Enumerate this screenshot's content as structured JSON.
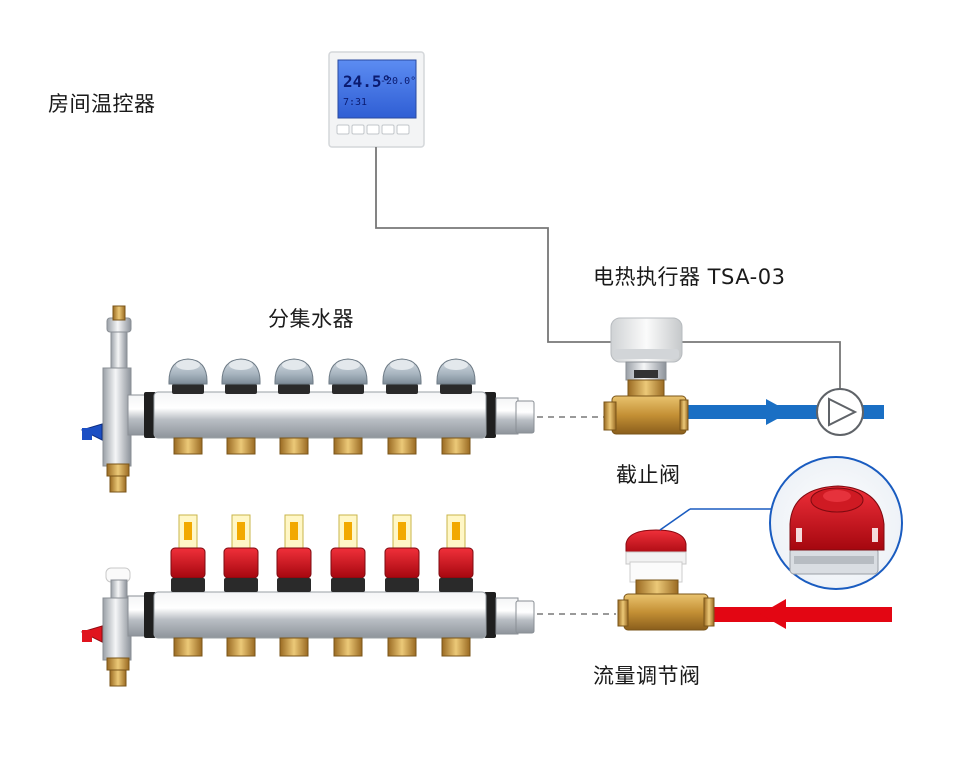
{
  "labels": {
    "thermostat": "房间温控器",
    "manifold": "分集水器",
    "actuator": "电热执行器 TSA-03",
    "stop_valve": "截止阀",
    "flow_valve": "流量调节阀"
  },
  "thermostat_display": {
    "temp_main": "24.5°",
    "temp_set": "-20.0°",
    "time": "7:31"
  },
  "colors": {
    "hot_flow": "#e30613",
    "cold_flow": "#1a6fc4",
    "brass": "#c9973a",
    "steel": "#c8ccd1",
    "actuator_cap": "#eceeee",
    "flow_meter_red": "#d8141e",
    "valve_knob": "#aab7c2",
    "lcd": "#3e6fe0"
  },
  "icons": [
    "pump-icon",
    "arrow-right-icon",
    "arrow-left-icon"
  ]
}
